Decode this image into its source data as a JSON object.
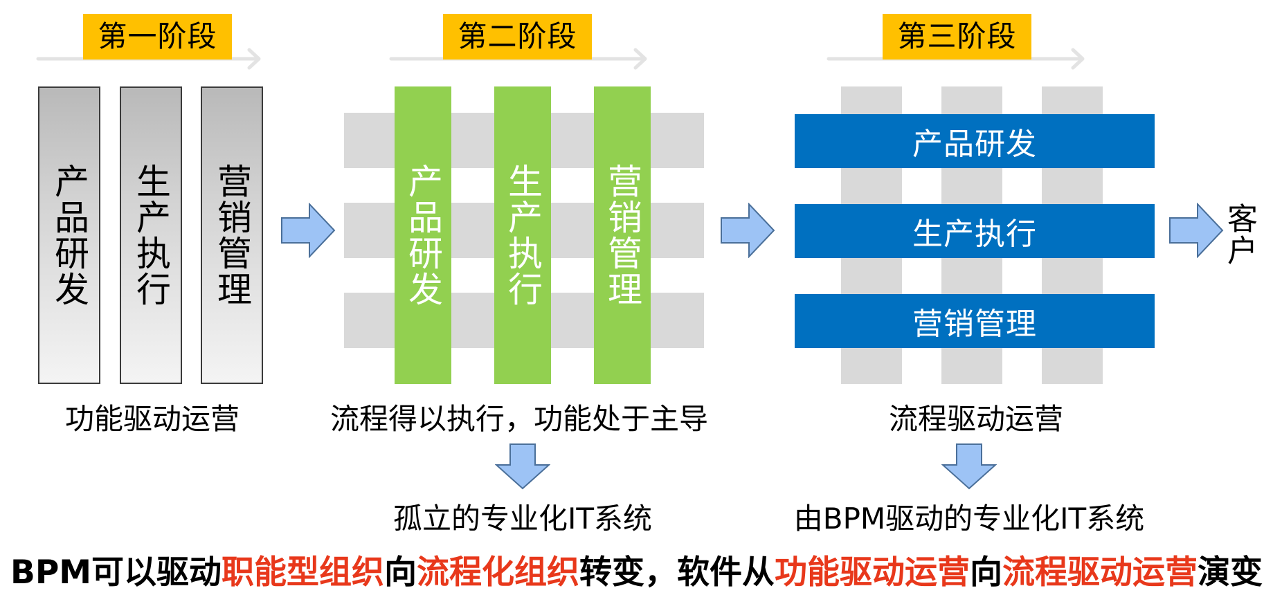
{
  "stages": {
    "stage1": "第一阶段",
    "stage2": "第二阶段",
    "stage3": "第三阶段"
  },
  "functions": [
    "产品研发",
    "生产执行",
    "营销管理"
  ],
  "captions": {
    "stage1": "功能驱动运营",
    "stage2": "流程得以执行，功能处于主导",
    "stage3": "流程驱动运营"
  },
  "results": {
    "stage2": "孤立的专业化IT系统",
    "stage3": "由BPM驱动的专业化IT系统"
  },
  "customer": "客户",
  "conclusion": {
    "p1": "BPM可以驱动",
    "p2": "职能型组织",
    "p3": "向",
    "p4": "流程化组织",
    "p5": "转变，软件从",
    "p6": "功能驱动运营",
    "p7": "向",
    "p8": "流程驱动运营",
    "p9": "演变"
  },
  "colors": {
    "stage_label": "#ffc000",
    "green": "#92d050",
    "blue": "#0070c0",
    "arrow": "#9dc3f5",
    "highlight": "#e8381b"
  }
}
